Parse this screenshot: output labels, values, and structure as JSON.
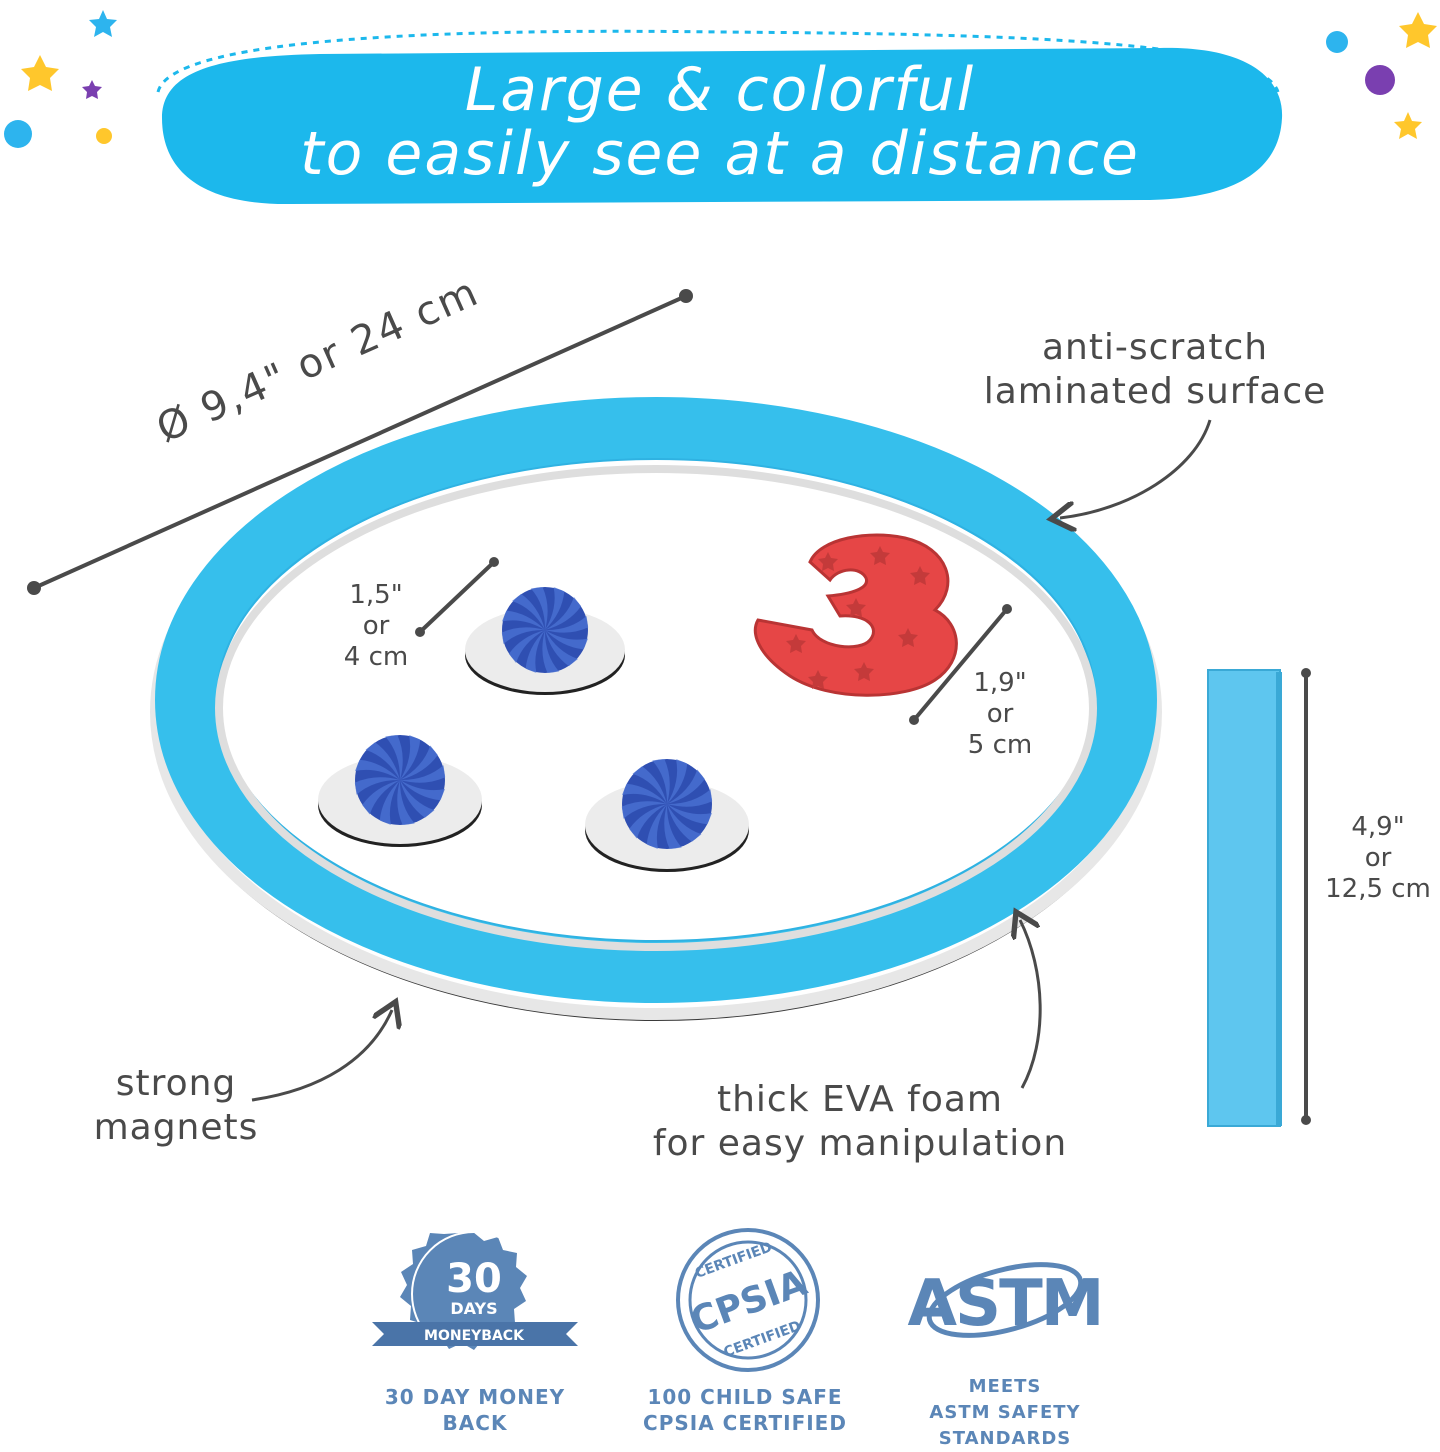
{
  "banner": {
    "line1": "Large & colorful",
    "line2": "to easily see at a distance"
  },
  "dimensions": {
    "diameter": "Ø 9,4\" or 24 cm",
    "token_size": [
      "1,5\"",
      "or",
      "4 cm"
    ],
    "number_size": [
      "1,9\"",
      "or",
      "5 cm"
    ],
    "strip_size": [
      "4,9\"",
      "or",
      "12,5 cm"
    ]
  },
  "callouts": {
    "surface": [
      "anti-scratch",
      "laminated surface"
    ],
    "magnets": [
      "strong",
      "magnets"
    ],
    "foam": [
      "thick EVA foam",
      "for easy manipulation"
    ]
  },
  "product": {
    "number_shape": "3"
  },
  "badges": [
    {
      "seal_number": "30",
      "seal_word": "DAYS",
      "ribbon": "MONEYBACK",
      "caption": [
        "30 DAY MONEY",
        "BACK"
      ]
    },
    {
      "seal_top": "CERTIFIED",
      "seal_main": "CPSIA",
      "seal_bottom": "CERTIFIED",
      "caption": [
        "100 CHILD SAFE",
        "CPSIA CERTIFIED"
      ]
    },
    {
      "seal_main": "ASTM",
      "caption": [
        "MEETS",
        "ASTM SAFETY STANDARDS"
      ]
    }
  ],
  "colors": {
    "banner": "#1cb8ec",
    "ring": "#36bfec",
    "token": "#2f4fb2",
    "number": "#e64646",
    "strip": "#5ec6ef",
    "badge": "#5b86b7",
    "text": "#4a4a4a"
  }
}
